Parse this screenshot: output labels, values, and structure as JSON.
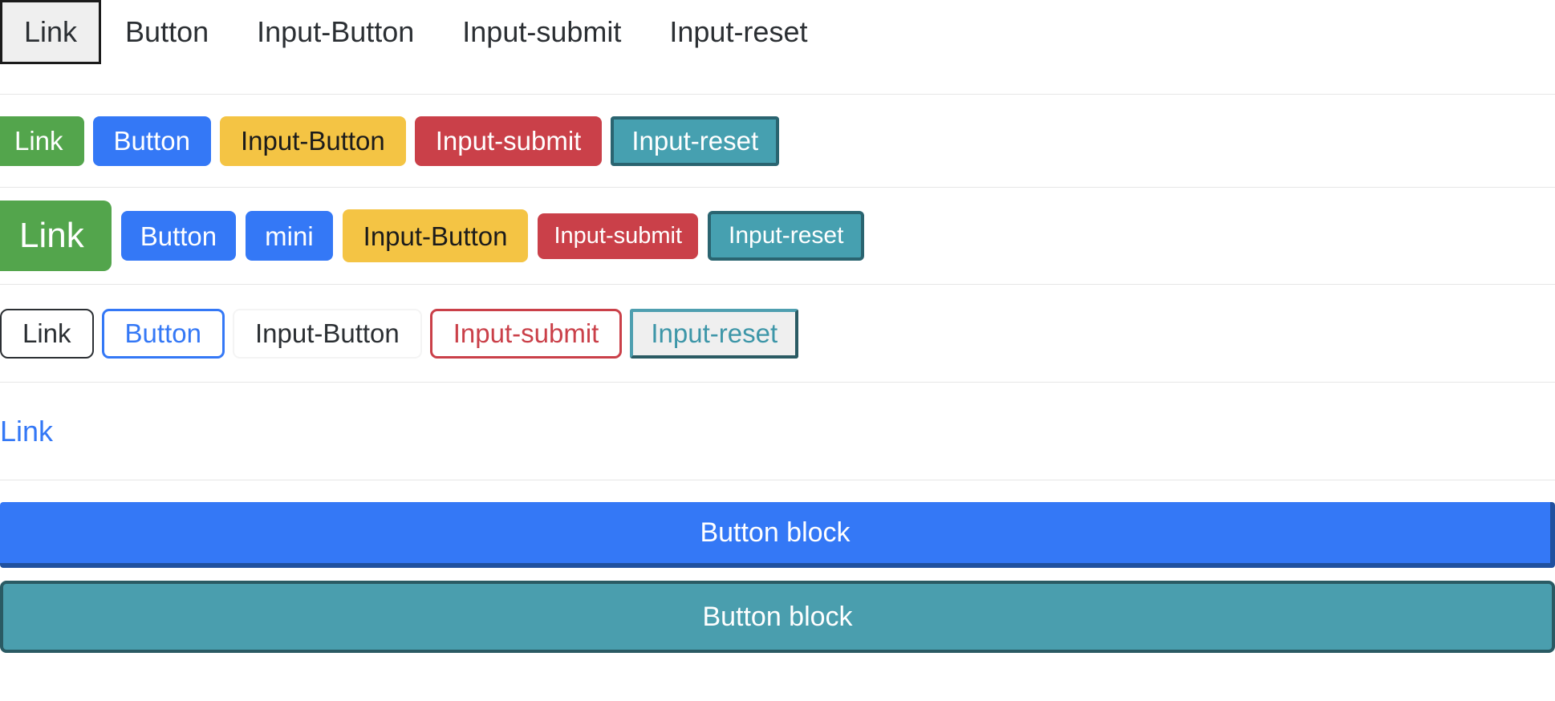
{
  "page": {
    "title": "Button styles showcase",
    "background": "#ffffff",
    "divider_color": "#e6e6e6"
  },
  "colors": {
    "green": "#53a54c",
    "blue": "#3478f6",
    "yellow": "#f4c444",
    "red": "#ca4049",
    "teal": "#46a0b0",
    "teal_dark": "#2a6470",
    "blue_dark": "#20519f",
    "text_dark": "#2b2f33",
    "focus_bg": "#efefef",
    "focus_border": "#1b1b1b"
  },
  "row_nav": {
    "name": "plain-nav-row",
    "items": [
      {
        "label": "Link",
        "type": "link",
        "state": "focused"
      },
      {
        "label": "Button",
        "type": "button",
        "state": "default"
      },
      {
        "label": "Input-Button",
        "type": "input-button",
        "state": "default"
      },
      {
        "label": "Input-submit",
        "type": "input-submit",
        "state": "default"
      },
      {
        "label": "Input-reset",
        "type": "input-reset",
        "state": "default"
      }
    ]
  },
  "row_solid_md": {
    "name": "solid-medium-row",
    "items": [
      {
        "label": "Link",
        "type": "link",
        "color": "green"
      },
      {
        "label": "Button",
        "type": "button",
        "color": "blue"
      },
      {
        "label": "Input-Button",
        "type": "input-button",
        "color": "yellow"
      },
      {
        "label": "Input-submit",
        "type": "input-submit",
        "color": "red"
      },
      {
        "label": "Input-reset",
        "type": "input-reset",
        "color": "teal",
        "state": "focused"
      }
    ]
  },
  "row_solid_lg": {
    "name": "solid-size-variants-row",
    "items": [
      {
        "label": "Link",
        "type": "link",
        "color": "green",
        "size": "large"
      },
      {
        "label": "Button",
        "type": "button",
        "color": "blue",
        "size": "medium"
      },
      {
        "label": "mini",
        "type": "button",
        "color": "blue",
        "size": "mini"
      },
      {
        "label": "Input-Button",
        "type": "input-button",
        "color": "yellow",
        "size": "large"
      },
      {
        "label": "Input-submit",
        "type": "input-submit",
        "color": "red",
        "size": "small"
      },
      {
        "label": "Input-reset",
        "type": "input-reset",
        "color": "teal",
        "size": "small",
        "state": "focused"
      }
    ]
  },
  "row_outline": {
    "name": "outline-row",
    "items": [
      {
        "label": "Link",
        "type": "link",
        "outline": "dark"
      },
      {
        "label": "Button",
        "type": "button",
        "outline": "blue"
      },
      {
        "label": "Input-Button",
        "type": "input-button",
        "outline": "faint"
      },
      {
        "label": "Input-submit",
        "type": "input-submit",
        "outline": "red"
      },
      {
        "label": "Input-reset",
        "type": "input-reset",
        "outline": "teal",
        "state": "focused"
      }
    ]
  },
  "row_link": {
    "name": "plain-link-row",
    "label": "Link"
  },
  "block_buttons": {
    "name": "block-button-group",
    "items": [
      {
        "label": "Button block",
        "color": "blue"
      },
      {
        "label": "Button block",
        "color": "teal"
      }
    ]
  }
}
